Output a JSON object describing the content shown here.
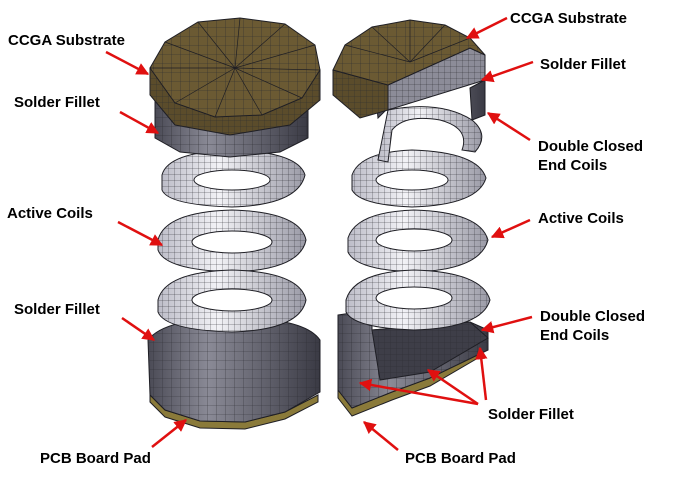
{
  "labels": {
    "left_ccga_substrate": "CCGA Substrate",
    "left_solder_fillet_top": "Solder Fillet",
    "left_active_coils": "Active Coils",
    "left_solder_fillet_bottom": "Solder Fillet",
    "left_pcb_board_pad": "PCB Board Pad",
    "right_ccga_substrate": "CCGA Substrate",
    "right_solder_fillet_top": "Solder Fillet",
    "right_double_closed_top_line1": "Double Closed",
    "right_double_closed_top_line2": "End Coils",
    "right_active_coils": "Active Coils",
    "right_double_closed_bottom_line1": "Double Closed",
    "right_double_closed_bottom_line2": "End Coils",
    "right_solder_fillet_bottom": "Solder Fillet",
    "right_pcb_board_pad": "PCB Board Pad"
  },
  "colors": {
    "substrate": "#6b5a33",
    "fillet": "#6c6c78",
    "coil": "#e7e7ee",
    "pad": "#8a7a3a",
    "mesh": "#1e1e24",
    "arrow": "#e01010"
  }
}
